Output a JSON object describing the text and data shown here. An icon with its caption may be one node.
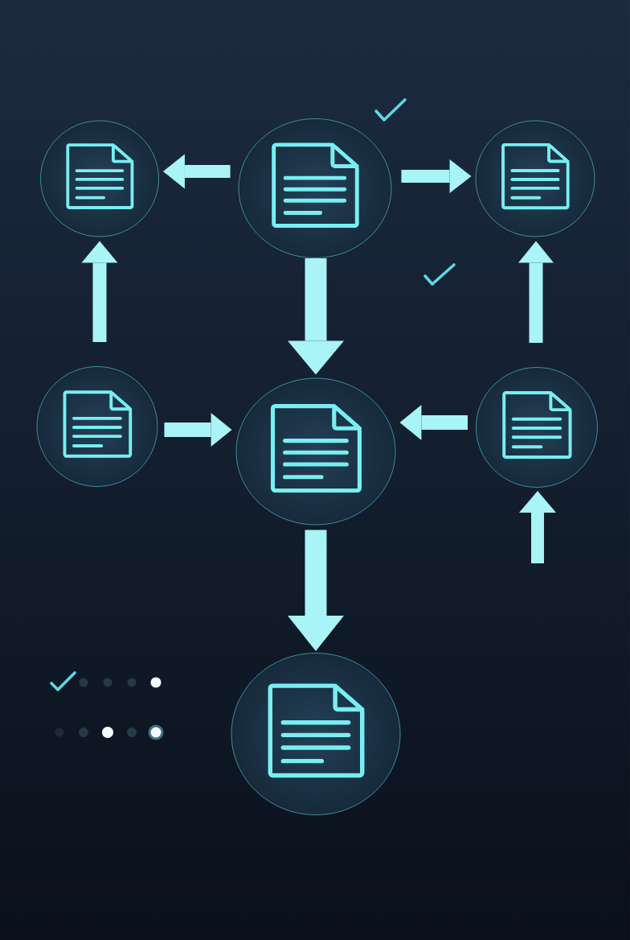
{
  "diagram": {
    "nodes": [
      {
        "text": [],
        "shape": "circle"
      },
      {
        "text": [],
        "shape": "circle"
      },
      {
        "text": [],
        "shape": "circle"
      },
      {
        "text": [],
        "shape": "circle"
      },
      {
        "text": [],
        "shape": "circle"
      },
      {
        "text": [],
        "shape": "circle"
      },
      {
        "text": [],
        "shape": "circle"
      }
    ],
    "edges": [
      {
        "from": 0,
        "to": 1,
        "arrow": "to"
      },
      {
        "from": 0,
        "to": 2,
        "arrow": "to"
      },
      {
        "from": 0,
        "to": 4,
        "arrow": "to"
      },
      {
        "from": 3,
        "to": 1,
        "arrow": "to"
      },
      {
        "from": 5,
        "to": 2,
        "arrow": "to"
      },
      {
        "from": 3,
        "to": 4,
        "arrow": "to"
      },
      {
        "from": 5,
        "to": 4,
        "arrow": "to"
      },
      {
        "from": null,
        "to": 5,
        "arrow": "to"
      },
      {
        "from": 4,
        "to": 6,
        "arrow": "to"
      }
    ]
  }
}
